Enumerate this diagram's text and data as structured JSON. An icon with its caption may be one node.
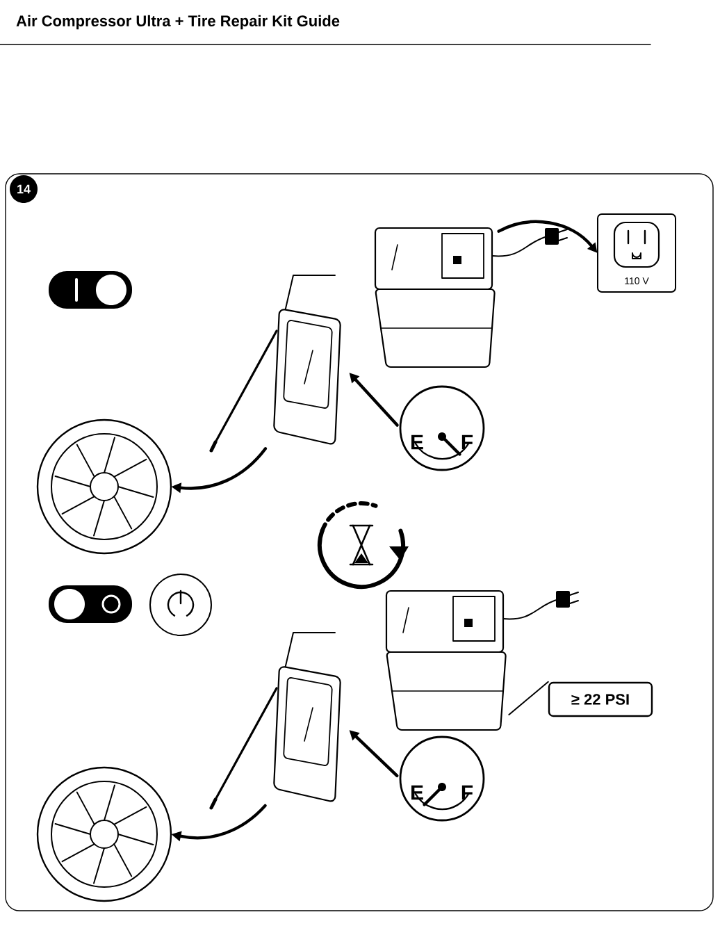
{
  "diagram": {
    "title": "Air Compressor Ultra + Tire Repair Kit Guide",
    "nodes": [
      {
        "text": [],
        "shape": "picture"
      },
      {
        "text": [
          "110 V"
        ]
      },
      {
        "text": [
          "E",
          "F"
        ]
      },
      {
        "text": [],
        "shape": "picture"
      },
      {
        "text": [],
        "shape": "picture"
      },
      {
        "text": [
          "≥ 22 PSI"
        ]
      },
      {
        "text": [],
        "shape": "picture"
      },
      {
        "text": [
          "E",
          "F"
        ]
      },
      {
        "text": [],
        "shape": "picture"
      },
      {
        "text": [],
        "shape": "picture"
      }
    ],
    "edges": [
      {
        "from": 0,
        "to": 1,
        "arrow": "to"
      },
      {
        "from": 2,
        "to": 3,
        "arrow": "to"
      },
      {
        "from": 3,
        "to": 4,
        "arrow": "to"
      },
      {
        "from": 5,
        "to": 6,
        "arrow": "none"
      },
      {
        "from": 7,
        "to": 8,
        "arrow": "to"
      },
      {
        "from": 8,
        "to": 9,
        "arrow": "to"
      }
    ],
    "labels": [
      "14"
    ]
  }
}
